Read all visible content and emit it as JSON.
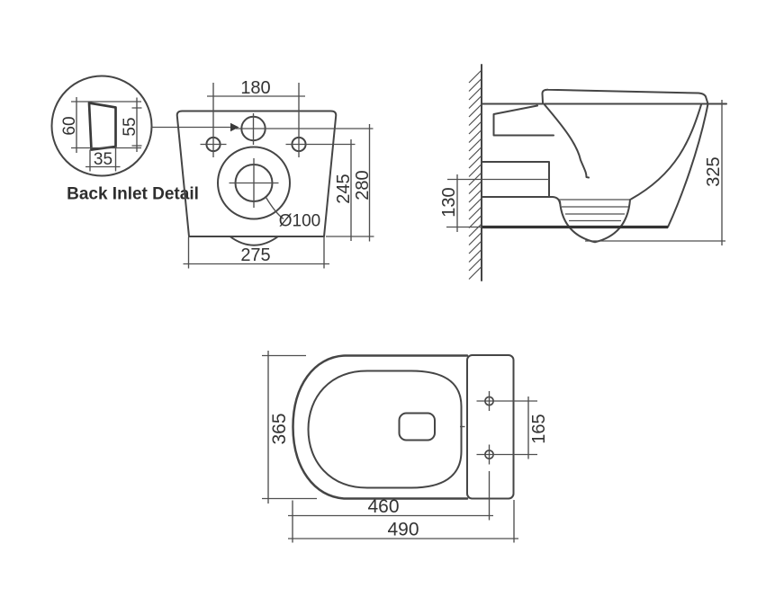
{
  "page": {
    "background": "#ffffff",
    "line_color": "#454545",
    "text_color": "#333333"
  },
  "detail_view": {
    "title": "Back Inlet Detail",
    "dim_left_height": "60",
    "dim_right_height": "55",
    "dim_bottom_width": "35"
  },
  "front_view": {
    "dim_fixing_hole_spacing": "180",
    "dim_fixing_holes_height": "245",
    "dim_inlet_height": "280",
    "dim_overall_width": "275",
    "dim_outlet_diameter": "Ø100"
  },
  "side_view": {
    "dim_outlet_center_height": "130",
    "dim_overall_height": "325"
  },
  "plan_view": {
    "dim_overall_width": "365",
    "dim_fixing_hole_spacing": "165",
    "dim_pan_projection": "460",
    "dim_overall_projection": "490"
  }
}
